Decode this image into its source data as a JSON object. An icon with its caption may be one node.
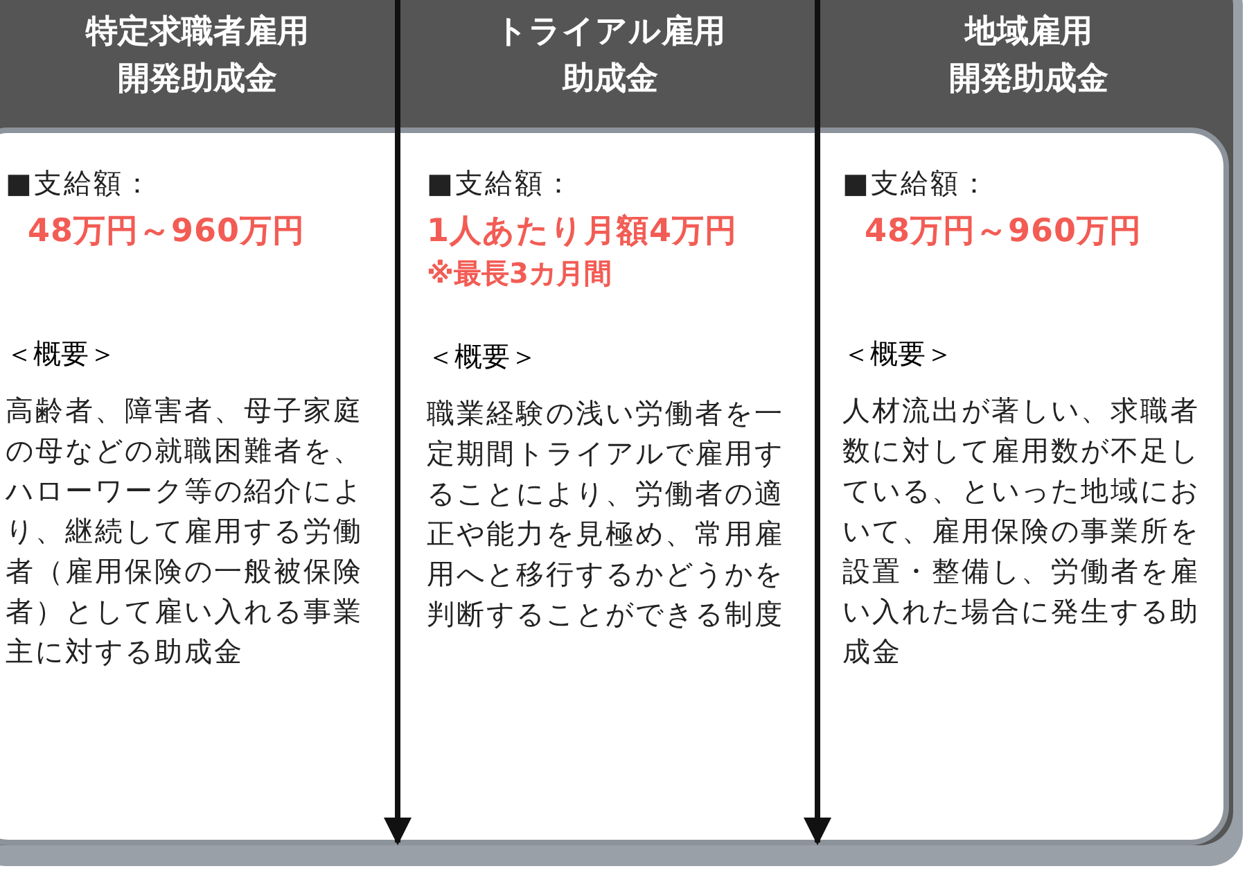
{
  "diagram": {
    "nodes": [
      {
        "text": [
          "特定求職者雇用",
          "開発助成金"
        ]
      },
      {
        "text": [
          "トライアル雇用",
          "助成金"
        ]
      },
      {
        "text": [
          "地域雇用",
          "開発助成金"
        ]
      },
      {
        "text": [
          "■支給額：",
          "48万円～960万円",
          "＜概要＞",
          "高齢者、障害者、母子家庭の母などの就職困難者を、ハローワーク等の紹介により、継続して雇用する労働者（雇用保険の一般被保険者）として雇い入れる事業主に対する助成金"
        ]
      },
      {
        "text": [
          "■支給額：",
          "1人あたり月額4万円",
          "※最長3カ月間",
          "＜概要＞",
          "職業経験の浅い労働者を一定期間トライアルで雇用することにより、労働者の適正や能力を見極め、常用雇用へと移行するかどうかを判断することができる制度"
        ]
      },
      {
        "text": [
          "■支給額：",
          "48万円～960万円",
          "＜概要＞",
          "人材流出が著しい、求職者数に対して雇用数が不足している、といった地域において、雇用保険の事業所を設置・整備し、労働者を雇い入れた場合に発生する助成金"
        ]
      }
    ]
  }
}
